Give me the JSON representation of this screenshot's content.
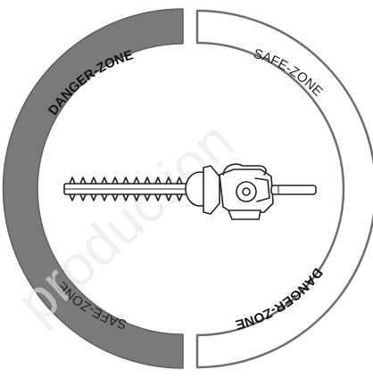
{
  "zones": {
    "danger_top": "DANGER-ZONE",
    "danger_bottom": "DANGER-ZONE",
    "safe_top": "SAFE-ZONE",
    "safe_bottom": "SAFE-ZONE"
  },
  "watermark": "production",
  "colors": {
    "danger_fill": "#7a7a7a",
    "safe_stroke": "#6e6e6e",
    "tool_stroke": "#222222"
  }
}
